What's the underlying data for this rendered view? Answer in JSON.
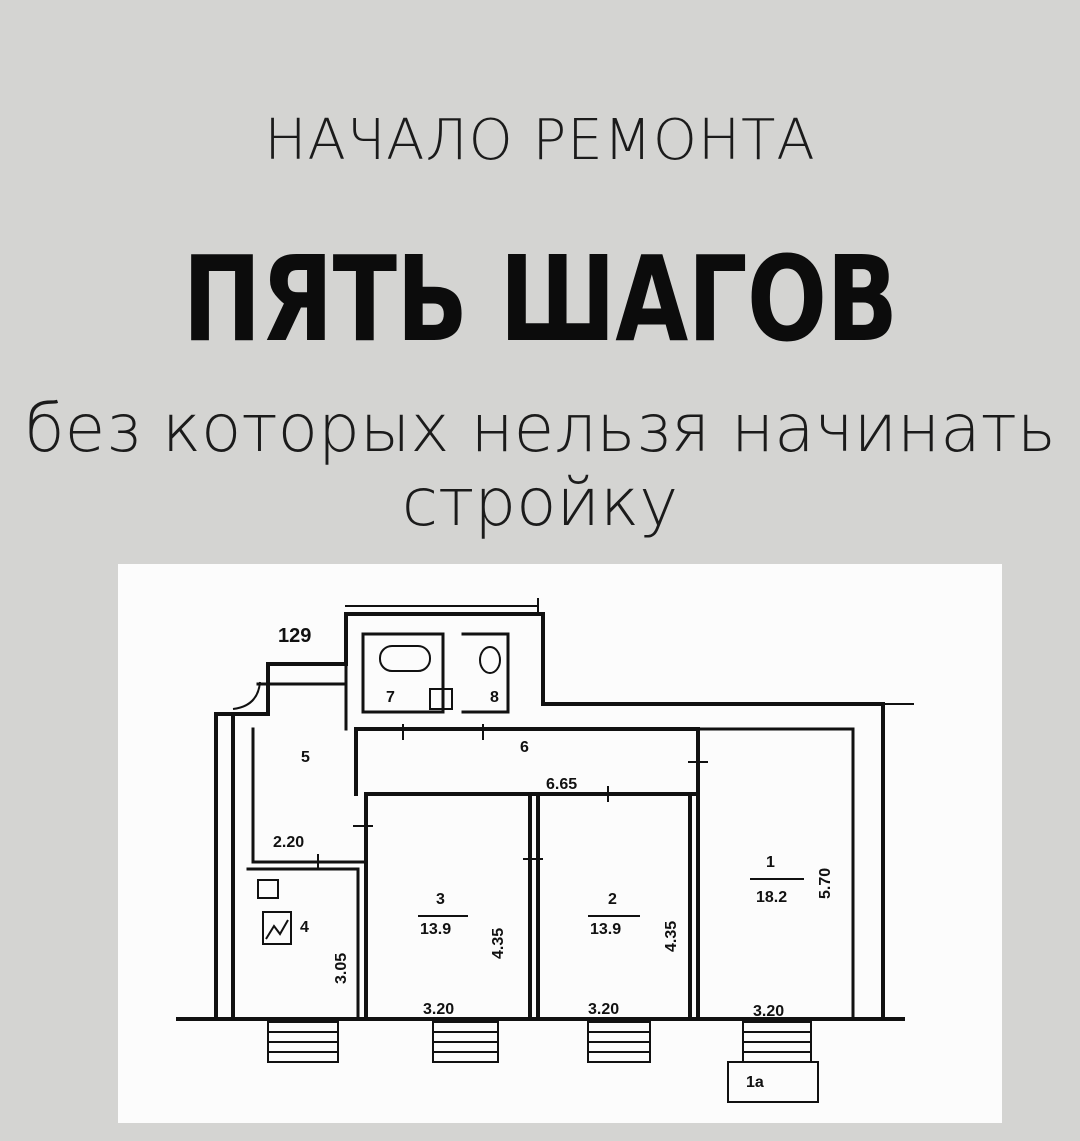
{
  "header": {
    "kicker": "НАЧАЛО РЕМОНТА",
    "headline": "ПЯТЬ ШАГОВ",
    "subline_1": "без которых нельзя начинать",
    "subline_2": "стройку"
  },
  "floor_plan": {
    "apartment_number": "129",
    "rooms": [
      {
        "number": "1",
        "area": "18.2"
      },
      {
        "number": "2",
        "area": "13.9"
      },
      {
        "number": "3",
        "area": "13.9"
      },
      {
        "number": "4"
      },
      {
        "number": "5"
      },
      {
        "number": "6"
      },
      {
        "number": "7"
      },
      {
        "number": "8"
      }
    ],
    "dimensions": {
      "room1_length": "5.70",
      "room1_width": "3.20",
      "room2_length": "4.35",
      "room2_width": "3.20",
      "room3_length": "4.35",
      "room3_width": "3.20",
      "room4_length": "3.05",
      "room5_width": "2.20",
      "corridor_length": "6.65"
    },
    "balcony_label": "1а"
  }
}
